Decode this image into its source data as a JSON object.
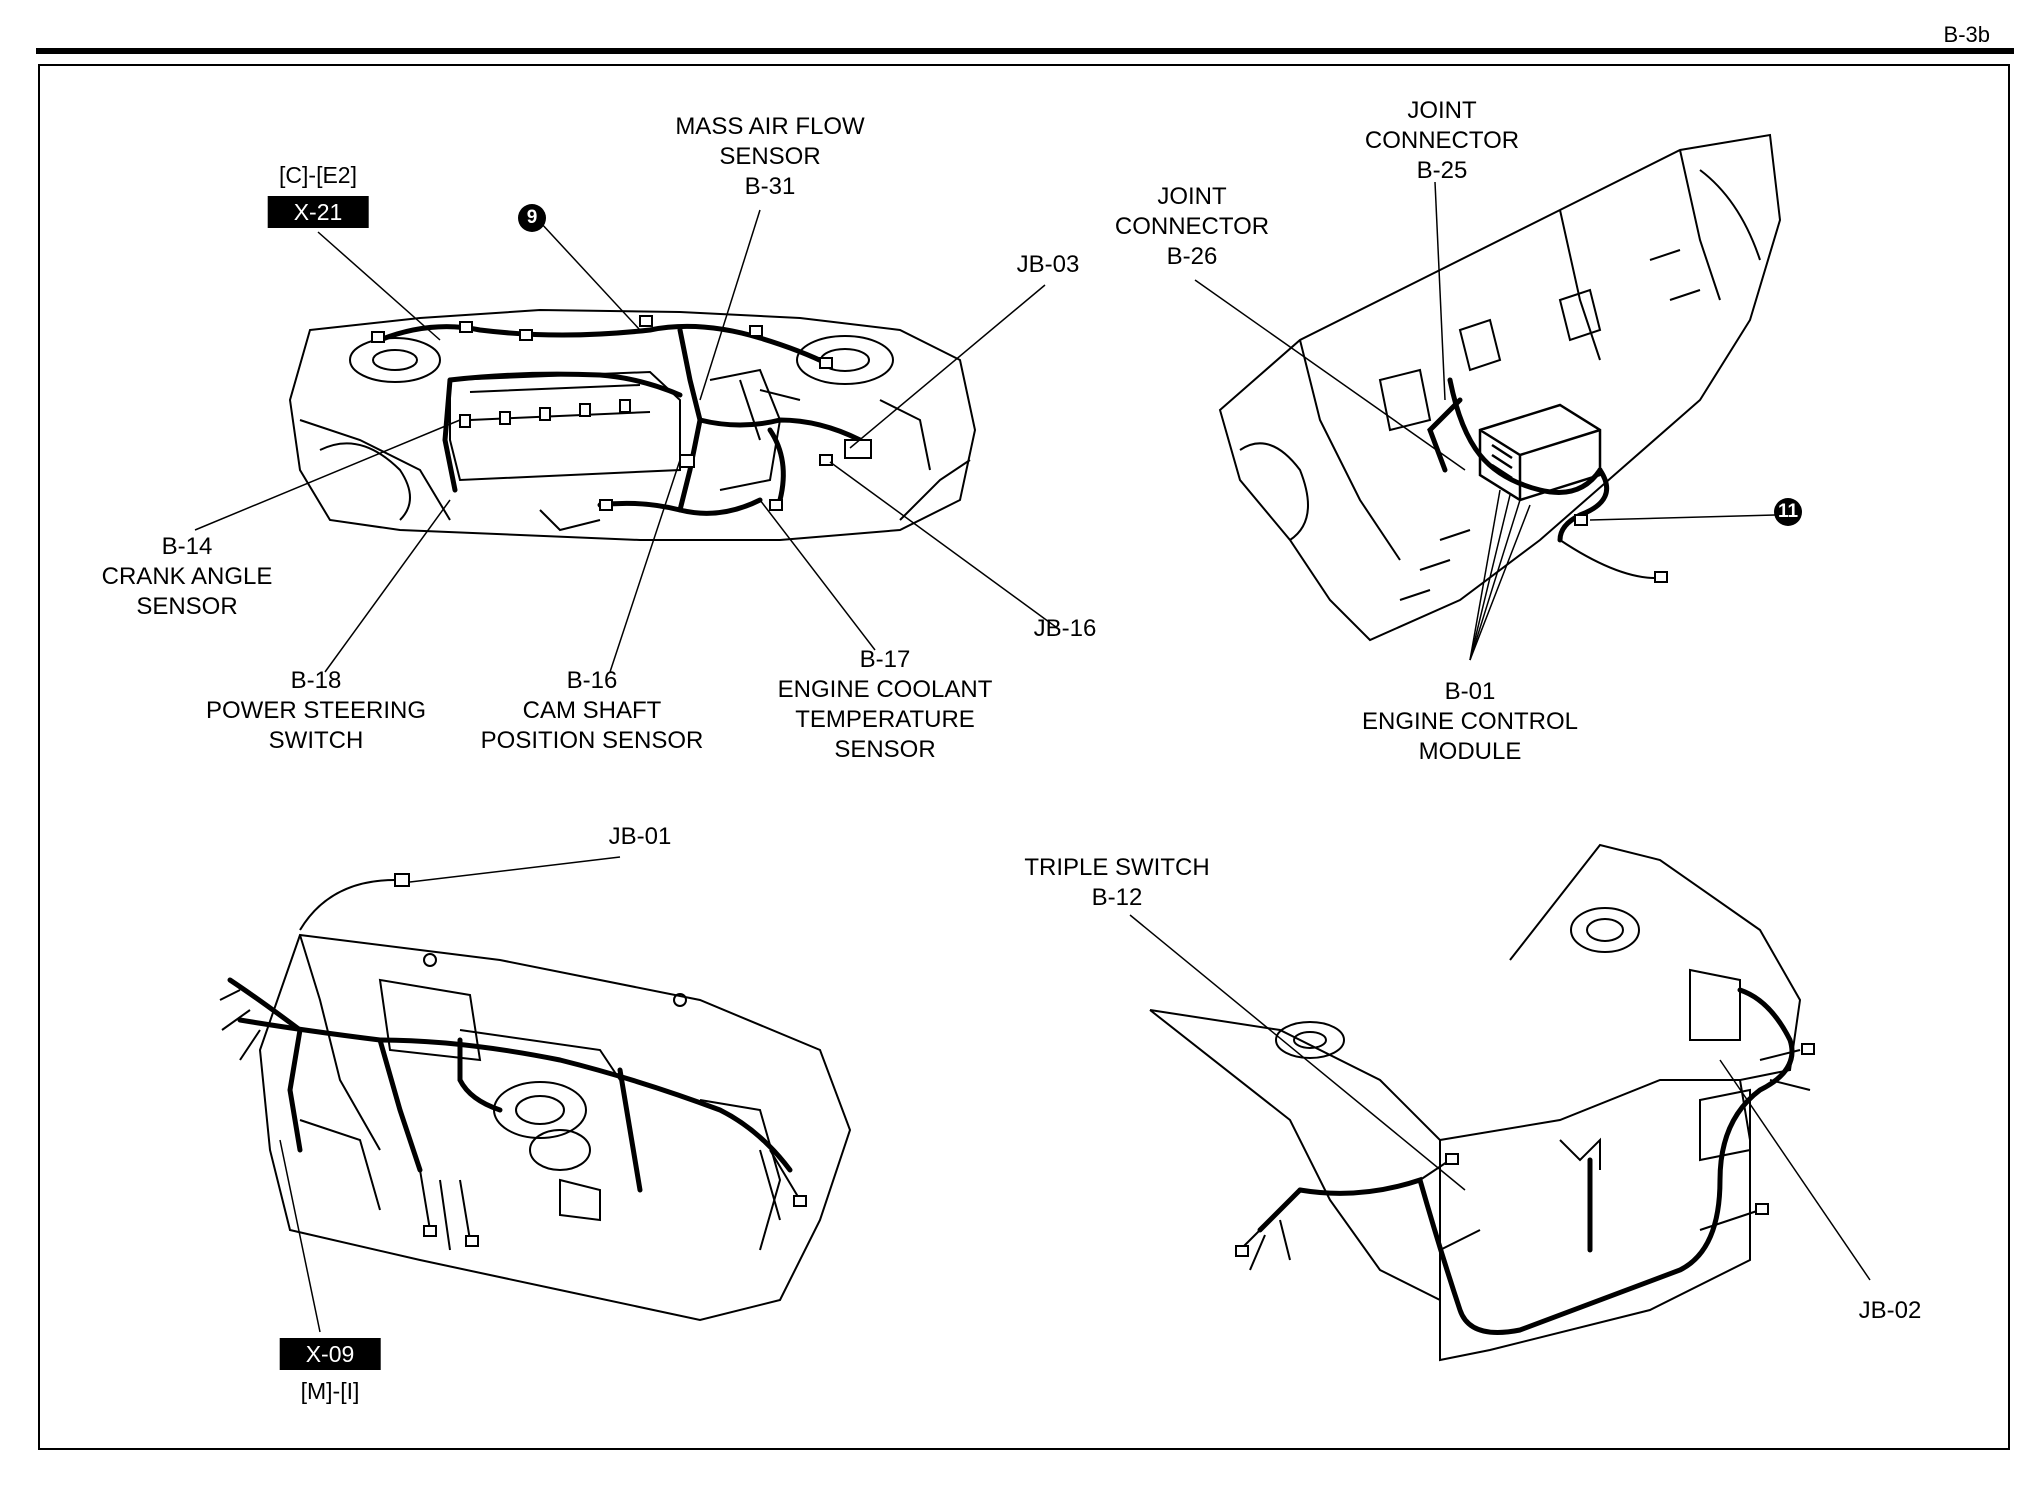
{
  "page_code": "B-3b",
  "callouts": {
    "c9": "9",
    "c11": "11"
  },
  "labels": {
    "mass_air_flow": [
      "MASS AIR FLOW",
      "SENSOR",
      "B-31"
    ],
    "x21_ref": "[C]-[E2]",
    "x21_badge": "X-21",
    "jb03": "JB-03",
    "b14": [
      "B-14",
      "CRANK ANGLE",
      "SENSOR"
    ],
    "b18": [
      "B-18",
      "POWER STEERING",
      "SWITCH"
    ],
    "b16": [
      "B-16",
      "CAM SHAFT",
      "POSITION SENSOR"
    ],
    "b17": [
      "B-17",
      "ENGINE COOLANT",
      "TEMPERATURE",
      "SENSOR"
    ],
    "jb16": "JB-16",
    "b25": [
      "JOINT",
      "CONNECTOR",
      "B-25"
    ],
    "b26": [
      "JOINT",
      "CONNECTOR",
      "B-26"
    ],
    "b01": [
      "B-01",
      "ENGINE CONTROL",
      "MODULE"
    ],
    "jb01": "JB-01",
    "x09_badge": "X-09",
    "x09_ref": "[M]-[I]",
    "b12": [
      "TRIPLE SWITCH",
      "B-12"
    ],
    "jb02": "JB-02"
  }
}
